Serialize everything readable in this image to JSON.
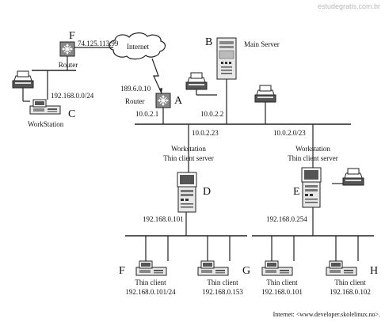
{
  "watermark": "estudegratis.com.br",
  "footer": "Internet: <www.developer.skolelinux.no>.",
  "cloud": {
    "label": "Internet"
  },
  "nodes": {
    "F": {
      "letter": "F",
      "caption": "Router",
      "ip": "74.125.113.99"
    },
    "A": {
      "letter": "A",
      "caption": "Router",
      "ip_top": "189.6.0.10",
      "ip_bottom": "10.0.2.1"
    },
    "B": {
      "letter": "B",
      "caption": "Main Server",
      "ip": "10.0.2.2"
    },
    "C": {
      "letter": "C",
      "caption": "WorkStation",
      "ip": "192.168.0.0/24"
    },
    "D": {
      "letter": "D",
      "caption_line1": "Workstation",
      "caption_line2": "Thin client server",
      "ip_top": "10.0.2.23",
      "ip_bottom": "192.168.0.101"
    },
    "E": {
      "letter": "E",
      "caption_line1": "Workstation",
      "caption_line2": "Thin client server",
      "ip_top": "10.0.2.0/23",
      "ip_bottom": "192.168.0.254"
    }
  },
  "thin_clients": [
    {
      "letter": "F",
      "caption": "Thin client",
      "ip": "192.168.0.101/24"
    },
    {
      "letter": "G",
      "caption": "Thin client",
      "ip": "192.168.0.153"
    },
    {
      "letter": "",
      "caption": "Thin client",
      "ip": "192.168.0.101"
    },
    {
      "letter": "H",
      "caption": "Thin client",
      "ip": "192.168.0.102"
    }
  ]
}
